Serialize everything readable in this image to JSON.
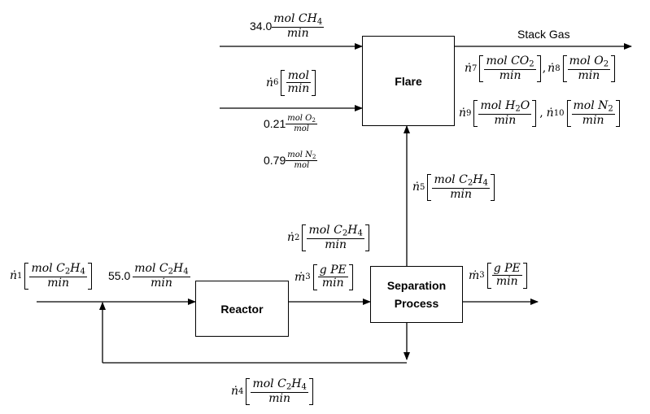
{
  "units": {
    "mol": "mol",
    "min": "min",
    "g_pe": "g PE",
    "ch4": "CH",
    "ch4_sub": "4",
    "c2h4_c": "C",
    "c2h4_c_sub": "2",
    "c2h4_h": "H",
    "c2h4_h_sub": "4",
    "co2_c": "CO",
    "co2_sub": "2",
    "o2": "O",
    "o2_sub": "2",
    "h2o_h": "H",
    "h2o_h_sub": "2",
    "h2o_o": "O",
    "n2": "N",
    "n2_sub": "2",
    "comma": ","
  },
  "blocks": {
    "flare": "Flare",
    "reactor": "Reactor",
    "separation_line1": "Separation",
    "separation_line2": "Process"
  },
  "streams": {
    "ch4_feed_value": "34.0",
    "n6": {
      "symbol": "ṅ",
      "sub": "6"
    },
    "o2_fraction": "0.21",
    "n2_fraction": "0.79",
    "stack_gas": "Stack Gas",
    "n7": {
      "symbol": "ṅ",
      "sub": "7"
    },
    "n8": {
      "symbol": "ṅ",
      "sub": "8"
    },
    "n9": {
      "symbol": "ṅ",
      "sub": "9"
    },
    "n10": {
      "symbol": "ṅ",
      "sub": "10"
    },
    "n5": {
      "symbol": "ṅ",
      "sub": "5"
    },
    "n2s": {
      "symbol": "ṅ",
      "sub": "2"
    },
    "n1": {
      "symbol": "ṅ",
      "sub": "1"
    },
    "reactor_feed_value": "55.0",
    "m3_in": {
      "symbol": "ṁ",
      "sub": "3"
    },
    "m3_out": {
      "symbol": "ṁ",
      "sub": "3"
    },
    "n4": {
      "symbol": "ṅ",
      "sub": "4"
    }
  }
}
